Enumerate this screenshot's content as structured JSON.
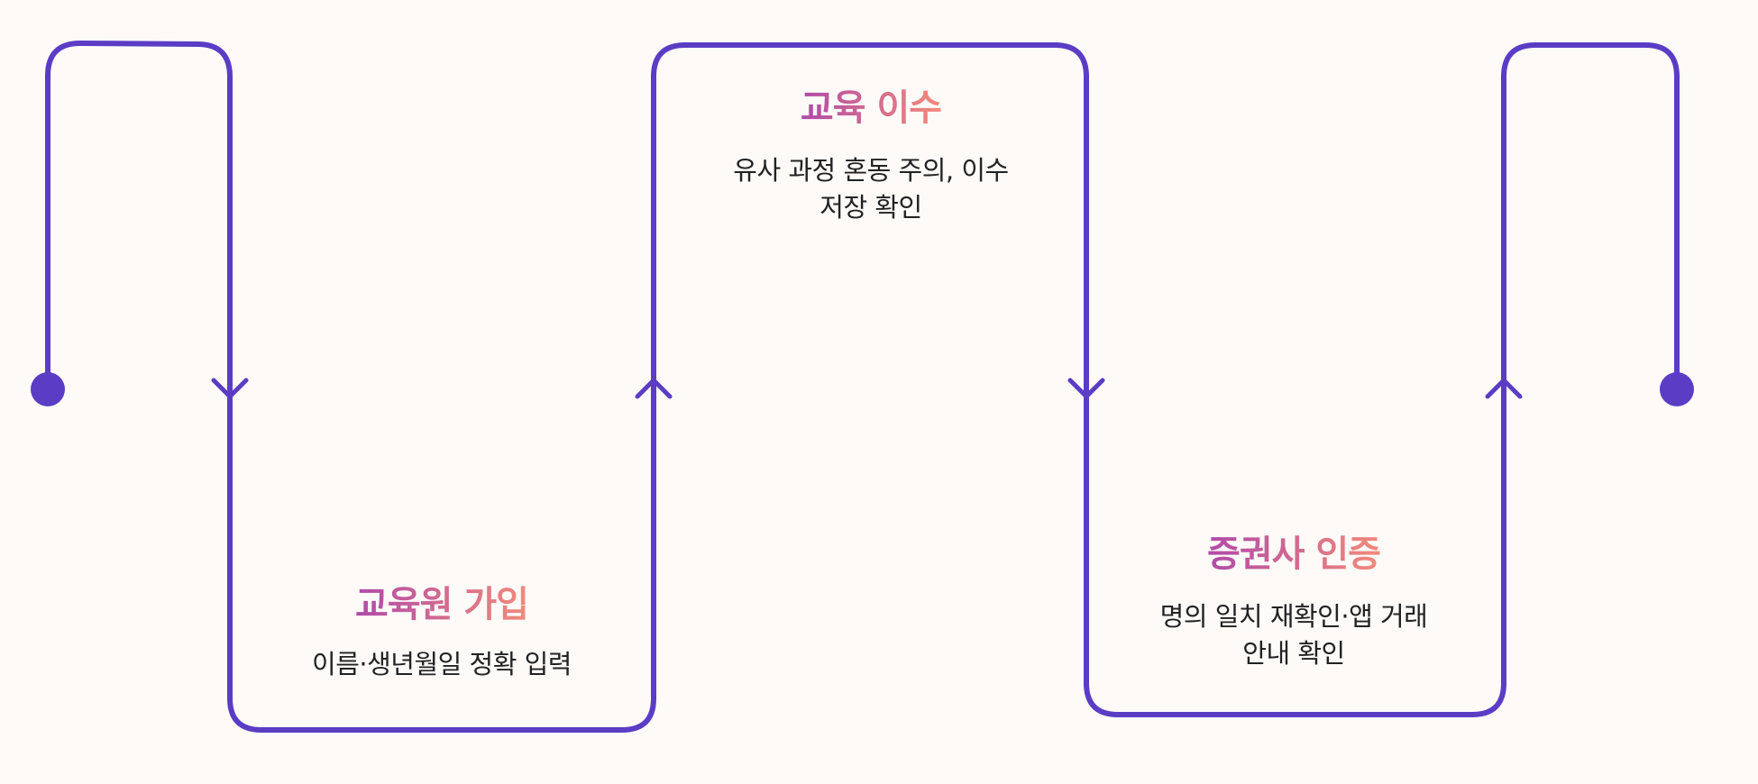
{
  "colors": {
    "background": "#fdfaf8",
    "line": "#5b3cc4",
    "title_gradient_start": "#b04aa8",
    "title_gradient_end": "#f28a7a",
    "text": "#222222"
  },
  "steps": [
    {
      "title": "교육원 가입",
      "desc_lines": [
        "이름·생년월일 정확 입력"
      ]
    },
    {
      "title": "교육 이수",
      "desc_lines": [
        "유사 과정 혼동 주의, 이수",
        "저장 확인"
      ]
    },
    {
      "title": "증권사 인증",
      "desc_lines": [
        "명의 일치 재확인·앱 거래",
        "안내 확인"
      ]
    }
  ]
}
